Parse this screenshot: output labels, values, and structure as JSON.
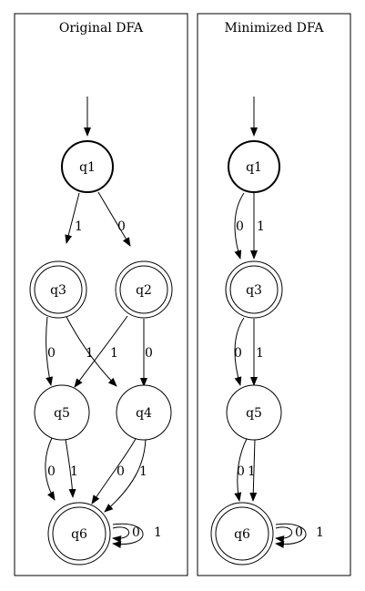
{
  "left_panel": {
    "title": "Original DFA",
    "states": {
      "q1": "q1",
      "q2": "q2",
      "q3": "q3",
      "q4": "q4",
      "q5": "q5",
      "q6": "q6"
    },
    "transitions": [
      {
        "from": "q1",
        "to": "q3",
        "label": "1"
      },
      {
        "from": "q1",
        "to": "q2",
        "label": "0"
      },
      {
        "from": "q3",
        "to": "q5",
        "label": "0"
      },
      {
        "from": "q3",
        "to": "q4",
        "label": "1"
      },
      {
        "from": "q2",
        "to": "q5",
        "label": "1"
      },
      {
        "from": "q2",
        "to": "q4",
        "label": "0"
      },
      {
        "from": "q5",
        "to": "q6",
        "label": "0"
      },
      {
        "from": "q5",
        "to": "q6",
        "label": "1"
      },
      {
        "from": "q4",
        "to": "q6",
        "label": "0"
      },
      {
        "from": "q4",
        "to": "q6",
        "label": "1"
      },
      {
        "from": "q6",
        "to": "q6",
        "label": "0"
      },
      {
        "from": "q6",
        "to": "q6",
        "label": "1"
      }
    ]
  },
  "right_panel": {
    "title": "Minimized DFA",
    "states": {
      "q1": "q1",
      "q3": "q3",
      "q5": "q5",
      "q6": "q6"
    },
    "transitions": [
      {
        "from": "q1",
        "to": "q3",
        "label": "0"
      },
      {
        "from": "q1",
        "to": "q3",
        "label": "1"
      },
      {
        "from": "q3",
        "to": "q5",
        "label": "0"
      },
      {
        "from": "q3",
        "to": "q5",
        "label": "1"
      },
      {
        "from": "q5",
        "to": "q6",
        "label": "0"
      },
      {
        "from": "q5",
        "to": "q6",
        "label": "1"
      },
      {
        "from": "q6",
        "to": "q6",
        "label": "0"
      },
      {
        "from": "q6",
        "to": "q6",
        "label": "1"
      }
    ]
  }
}
